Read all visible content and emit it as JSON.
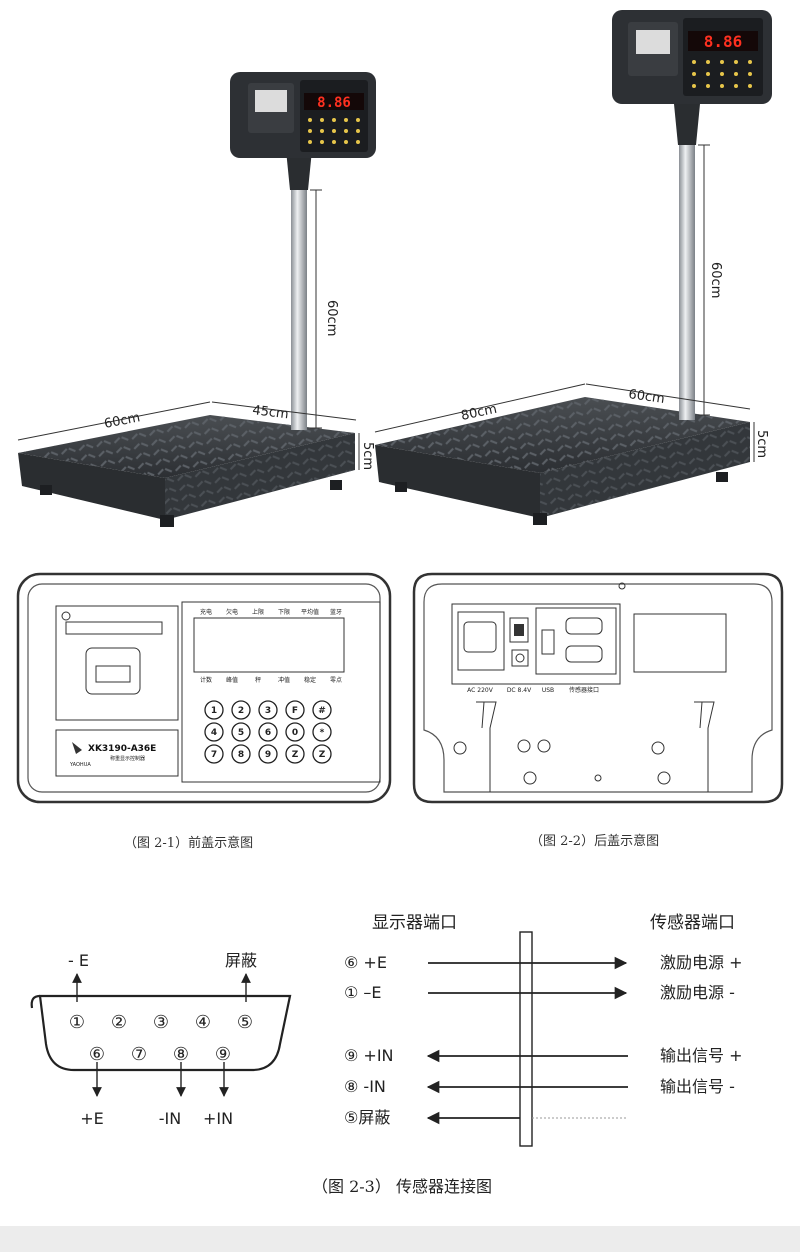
{
  "scales": {
    "small": {
      "pillar_height": "60cm",
      "width": "60cm",
      "depth": "45cm",
      "thickness": "5cm",
      "display_value": "8.86"
    },
    "large": {
      "pillar_height": "60cm",
      "width": "80cm",
      "depth": "60cm",
      "thickness": "5cm",
      "display_value": "8.86"
    }
  },
  "front_panel": {
    "top_labels": [
      "充电",
      "欠电",
      "上限",
      "下限",
      "平均值",
      "蓝牙"
    ],
    "bottom_labels": [
      "计数",
      "峰值",
      "秤",
      "冲值",
      "稳定",
      "零点"
    ],
    "keys": [
      "1",
      "2",
      "3",
      "F",
      "#",
      "4",
      "5",
      "6",
      "0",
      "*",
      "7",
      "8",
      "9",
      "Z",
      "Z"
    ],
    "model": "XK3190-A36E",
    "brand": "YAOHUA",
    "subtitle": "称重显示控制器",
    "caption": "（图 2-1）前盖示意图"
  },
  "rear_panel": {
    "port_labels": [
      "AC 220V",
      "DC 8.4V",
      "USB",
      "传感器接口"
    ],
    "caption": "（图 2-2）后盖示意图"
  },
  "connector": {
    "top_left_label": "- E",
    "top_right_label": "屏蔽",
    "top_pins": [
      "①",
      "②",
      "③",
      "④",
      "⑤"
    ],
    "bottom_pins": [
      "⑥",
      "⑦",
      "⑧",
      "⑨"
    ],
    "bottom_labels": [
      "+E",
      "-IN",
      "+IN"
    ]
  },
  "wiring": {
    "left_header": "显示器端口",
    "right_header": "传感器端口",
    "rows": [
      {
        "left": "⑥  +E",
        "right": "激励电源 +"
      },
      {
        "left": "①  –E",
        "right": "激励电源  -"
      },
      {
        "left": "⑨  +IN",
        "right": "输出信号 +"
      },
      {
        "left": "⑧  -IN",
        "right": "输出信号  -"
      },
      {
        "left": "⑤屏蔽",
        "right": ""
      }
    ]
  },
  "figure_caption": "（图 2-3）  传感器连接图"
}
